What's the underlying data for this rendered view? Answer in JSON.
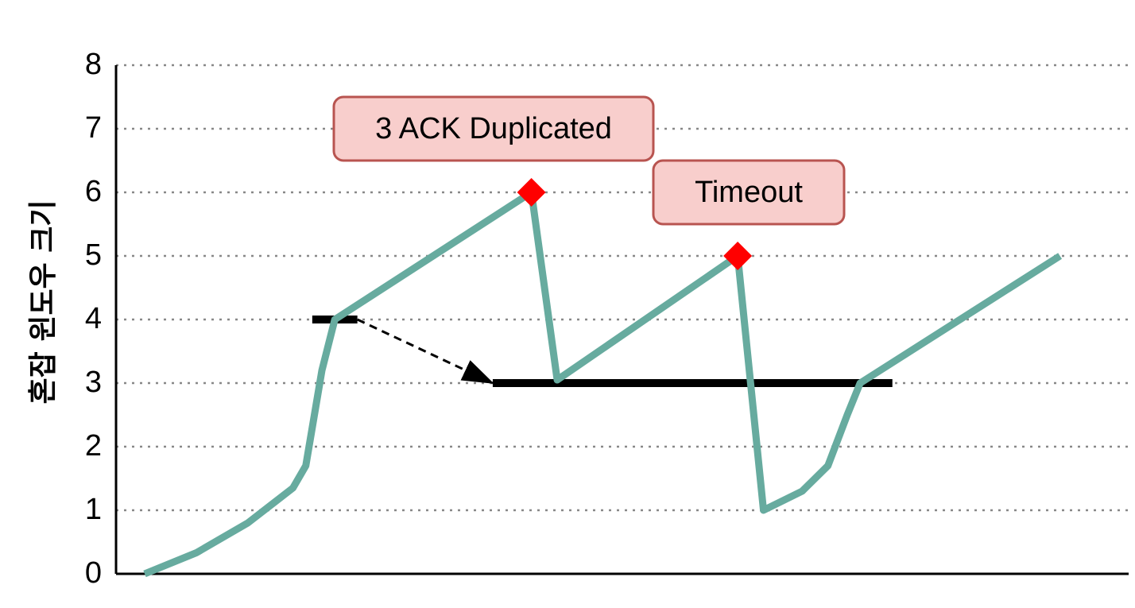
{
  "chart_data": {
    "type": "line",
    "ylabel": "혼잡 윈도우 크기",
    "xlabel": "",
    "title": "",
    "ylim": [
      0,
      8
    ],
    "y_ticks": [
      "0",
      "1",
      "2",
      "3",
      "4",
      "5",
      "6",
      "7",
      "8"
    ],
    "grid": "horizontal dotted",
    "series": [
      {
        "color": "#67AB9F",
        "points": [
          [
            0.0,
            0.0
          ],
          [
            0.8,
            0.33
          ],
          [
            1.6,
            0.8
          ],
          [
            2.3,
            1.35
          ],
          [
            2.5,
            1.7
          ],
          [
            2.6,
            2.3
          ],
          [
            2.75,
            3.2
          ],
          [
            2.95,
            4.0
          ],
          [
            6.0,
            6.0
          ],
          [
            6.4,
            3.05
          ],
          [
            9.2,
            5.0
          ],
          [
            9.6,
            1.0
          ],
          [
            10.2,
            1.3
          ],
          [
            10.6,
            1.7
          ],
          [
            10.9,
            2.5
          ],
          [
            11.1,
            3.0
          ],
          [
            14.2,
            5.0
          ]
        ]
      }
    ],
    "threshold_segments": [
      {
        "x_start": 2.6,
        "x_end": 3.3,
        "y": 4
      },
      {
        "x_start": 5.4,
        "x_end": 11.6,
        "y": 3
      }
    ],
    "threshold_arrow": {
      "from": [
        3.3,
        4.0
      ],
      "to": [
        5.4,
        3.0
      ],
      "style": "dashed"
    },
    "markers": [
      {
        "x": 6.0,
        "y": 6.0,
        "shape": "diamond",
        "color": "#FF0000"
      },
      {
        "x": 9.2,
        "y": 5.0,
        "shape": "diamond",
        "color": "#FF0000"
      }
    ],
    "annotations": [
      {
        "text": "3 ACK Duplicated",
        "anchor_x": 6.0,
        "anchor_y": 6.0
      },
      {
        "text": "Timeout",
        "anchor_x": 9.2,
        "anchor_y": 5.0
      }
    ],
    "colors": {
      "line": "#67AB9F",
      "marker": "#FF0000",
      "threshold": "#000000",
      "callout_fill": "#F8CECC",
      "callout_border": "#B85450",
      "grid": "#888888",
      "axis": "#000000"
    }
  }
}
